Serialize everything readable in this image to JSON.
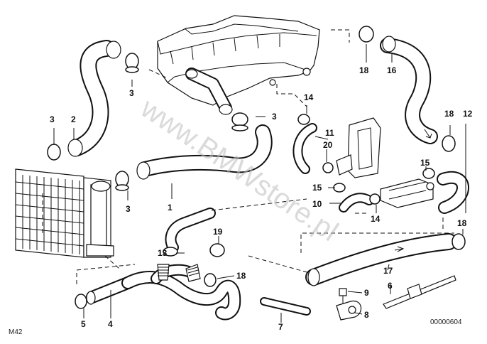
{
  "diagram": {
    "watermark": "www.BMWstore.pl",
    "corner_left": "M42",
    "corner_right": "00000604",
    "part_numbers": {
      "n1": "1",
      "n2": "2",
      "n3a": "3",
      "n3b": "3",
      "n3c": "3",
      "n3d": "3",
      "n4": "4",
      "n5": "5",
      "n6": "6",
      "n7": "7",
      "n8": "8",
      "n9": "9",
      "n10": "10",
      "n11": "11",
      "n12": "12",
      "n13": "13",
      "n14a": "14",
      "n14b": "14",
      "n15a": "15",
      "n15b": "15",
      "n16": "16",
      "n17": "17",
      "n18a": "18",
      "n18b": "18",
      "n18c": "18",
      "n18d": "18",
      "n19": "19",
      "n20": "20"
    }
  }
}
